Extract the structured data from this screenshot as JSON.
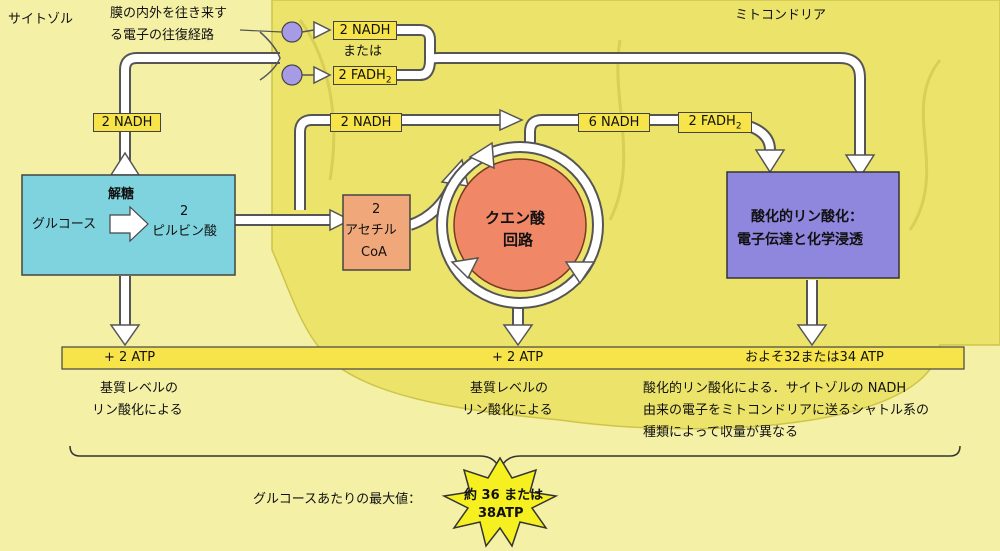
{
  "labels": {
    "cytosol": "サイトゾル",
    "mitochondria": "ミトコンドリア",
    "shuttle_line1": "膜の内外を往き来す",
    "shuttle_line2": "る電子の往復経路"
  },
  "boxes": {
    "shuttle_nadh": "2 NADH",
    "shuttle_or": "または",
    "shuttle_fadh2": "2 FADH",
    "shuttle_fadh2_sub": "2",
    "cyt_nadh": "2 NADH",
    "pyr_nadh": "2 NADH",
    "tca_nadh": "6 NADH",
    "tca_fadh2": "2 FADH",
    "tca_fadh2_sub": "2"
  },
  "glycolysis": {
    "title": "解糖",
    "glucose": "グルコース",
    "pyruvate_num": "2",
    "pyruvate": "ピルビン酸"
  },
  "acetyl": {
    "num": "2",
    "name": "アセチル",
    "coa": "CoA"
  },
  "tca": {
    "line1": "クエン酸",
    "line2": "回路"
  },
  "oxphos": {
    "line1": "酸化的リン酸化：",
    "line2": "電子伝達と化学浸透"
  },
  "atp_bar": {
    "atp1": "+ 2 ATP",
    "atp2": "+ 2 ATP",
    "atp3": "およそ32または34 ATP"
  },
  "notes": {
    "n1_line1": "基質レベルの",
    "n1_line2": "リン酸化による",
    "n2_line1": "基質レベルの",
    "n2_line2": "リン酸化による",
    "n3_line1": "酸化的リン酸化による．サイトゾルの NADH",
    "n3_line2": "由来の電子をミトコンドリアに送るシャトル系の",
    "n3_line3": "種類によって収量が異なる"
  },
  "total": {
    "label": "グルコースあたりの最大値：",
    "star_line1": "約 36 または",
    "star_line2": "38ATP"
  },
  "colors": {
    "background": "#f4f0a6",
    "mitochondrion": "#ece46a",
    "glycolysis_box": "#7ed3de",
    "acetyl_box": "#f0a87a",
    "tca_circle": "#f08868",
    "oxphos_box": "#8f87de",
    "label_box": "#f7e44a",
    "star": "#f6f020"
  }
}
